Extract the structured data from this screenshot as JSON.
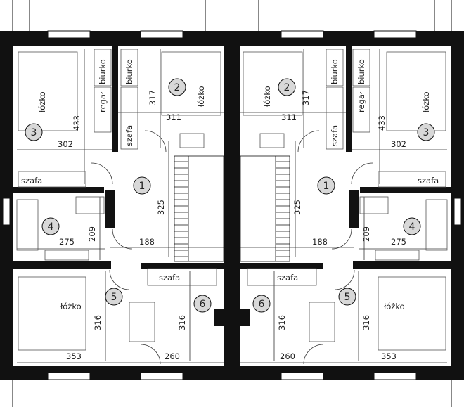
{
  "rooms": [
    {
      "id": "r3L",
      "number": "3",
      "label": "łóżko",
      "furniture": [
        "biurko",
        "regał"
      ],
      "dims": [
        "433",
        "302"
      ]
    },
    {
      "id": "r2L",
      "number": "2",
      "label": "łóżko",
      "furniture": [
        "biurko"
      ],
      "dims": [
        "317",
        "311"
      ]
    },
    {
      "id": "hallL",
      "number": "1",
      "dims": [
        "325",
        "188"
      ]
    },
    {
      "id": "r4L",
      "number": "4",
      "dims": [
        "275",
        "209"
      ]
    },
    {
      "id": "r5L",
      "number": "5",
      "label": "łóżko",
      "dims": [
        "316",
        "353"
      ]
    },
    {
      "id": "r6L",
      "number": "6",
      "dims": [
        "316",
        "260"
      ]
    },
    {
      "id": "r2R",
      "number": "2",
      "label": "łóżko",
      "furniture": [
        "biurko"
      ],
      "dims": [
        "317",
        "311"
      ]
    },
    {
      "id": "r3R",
      "number": "3",
      "label": "łóżko",
      "furniture": [
        "biurko",
        "regał"
      ],
      "dims": [
        "433",
        "302"
      ]
    },
    {
      "id": "hallR",
      "number": "1",
      "dims": [
        "325",
        "188"
      ]
    },
    {
      "id": "r4R",
      "number": "4",
      "dims": [
        "275",
        "209"
      ]
    },
    {
      "id": "r5R",
      "number": "5",
      "label": "łóżko",
      "dims": [
        "316",
        "353"
      ]
    },
    {
      "id": "r6R",
      "number": "6",
      "dims": [
        "316",
        "260"
      ]
    }
  ],
  "wardrobe_label": "szafa"
}
